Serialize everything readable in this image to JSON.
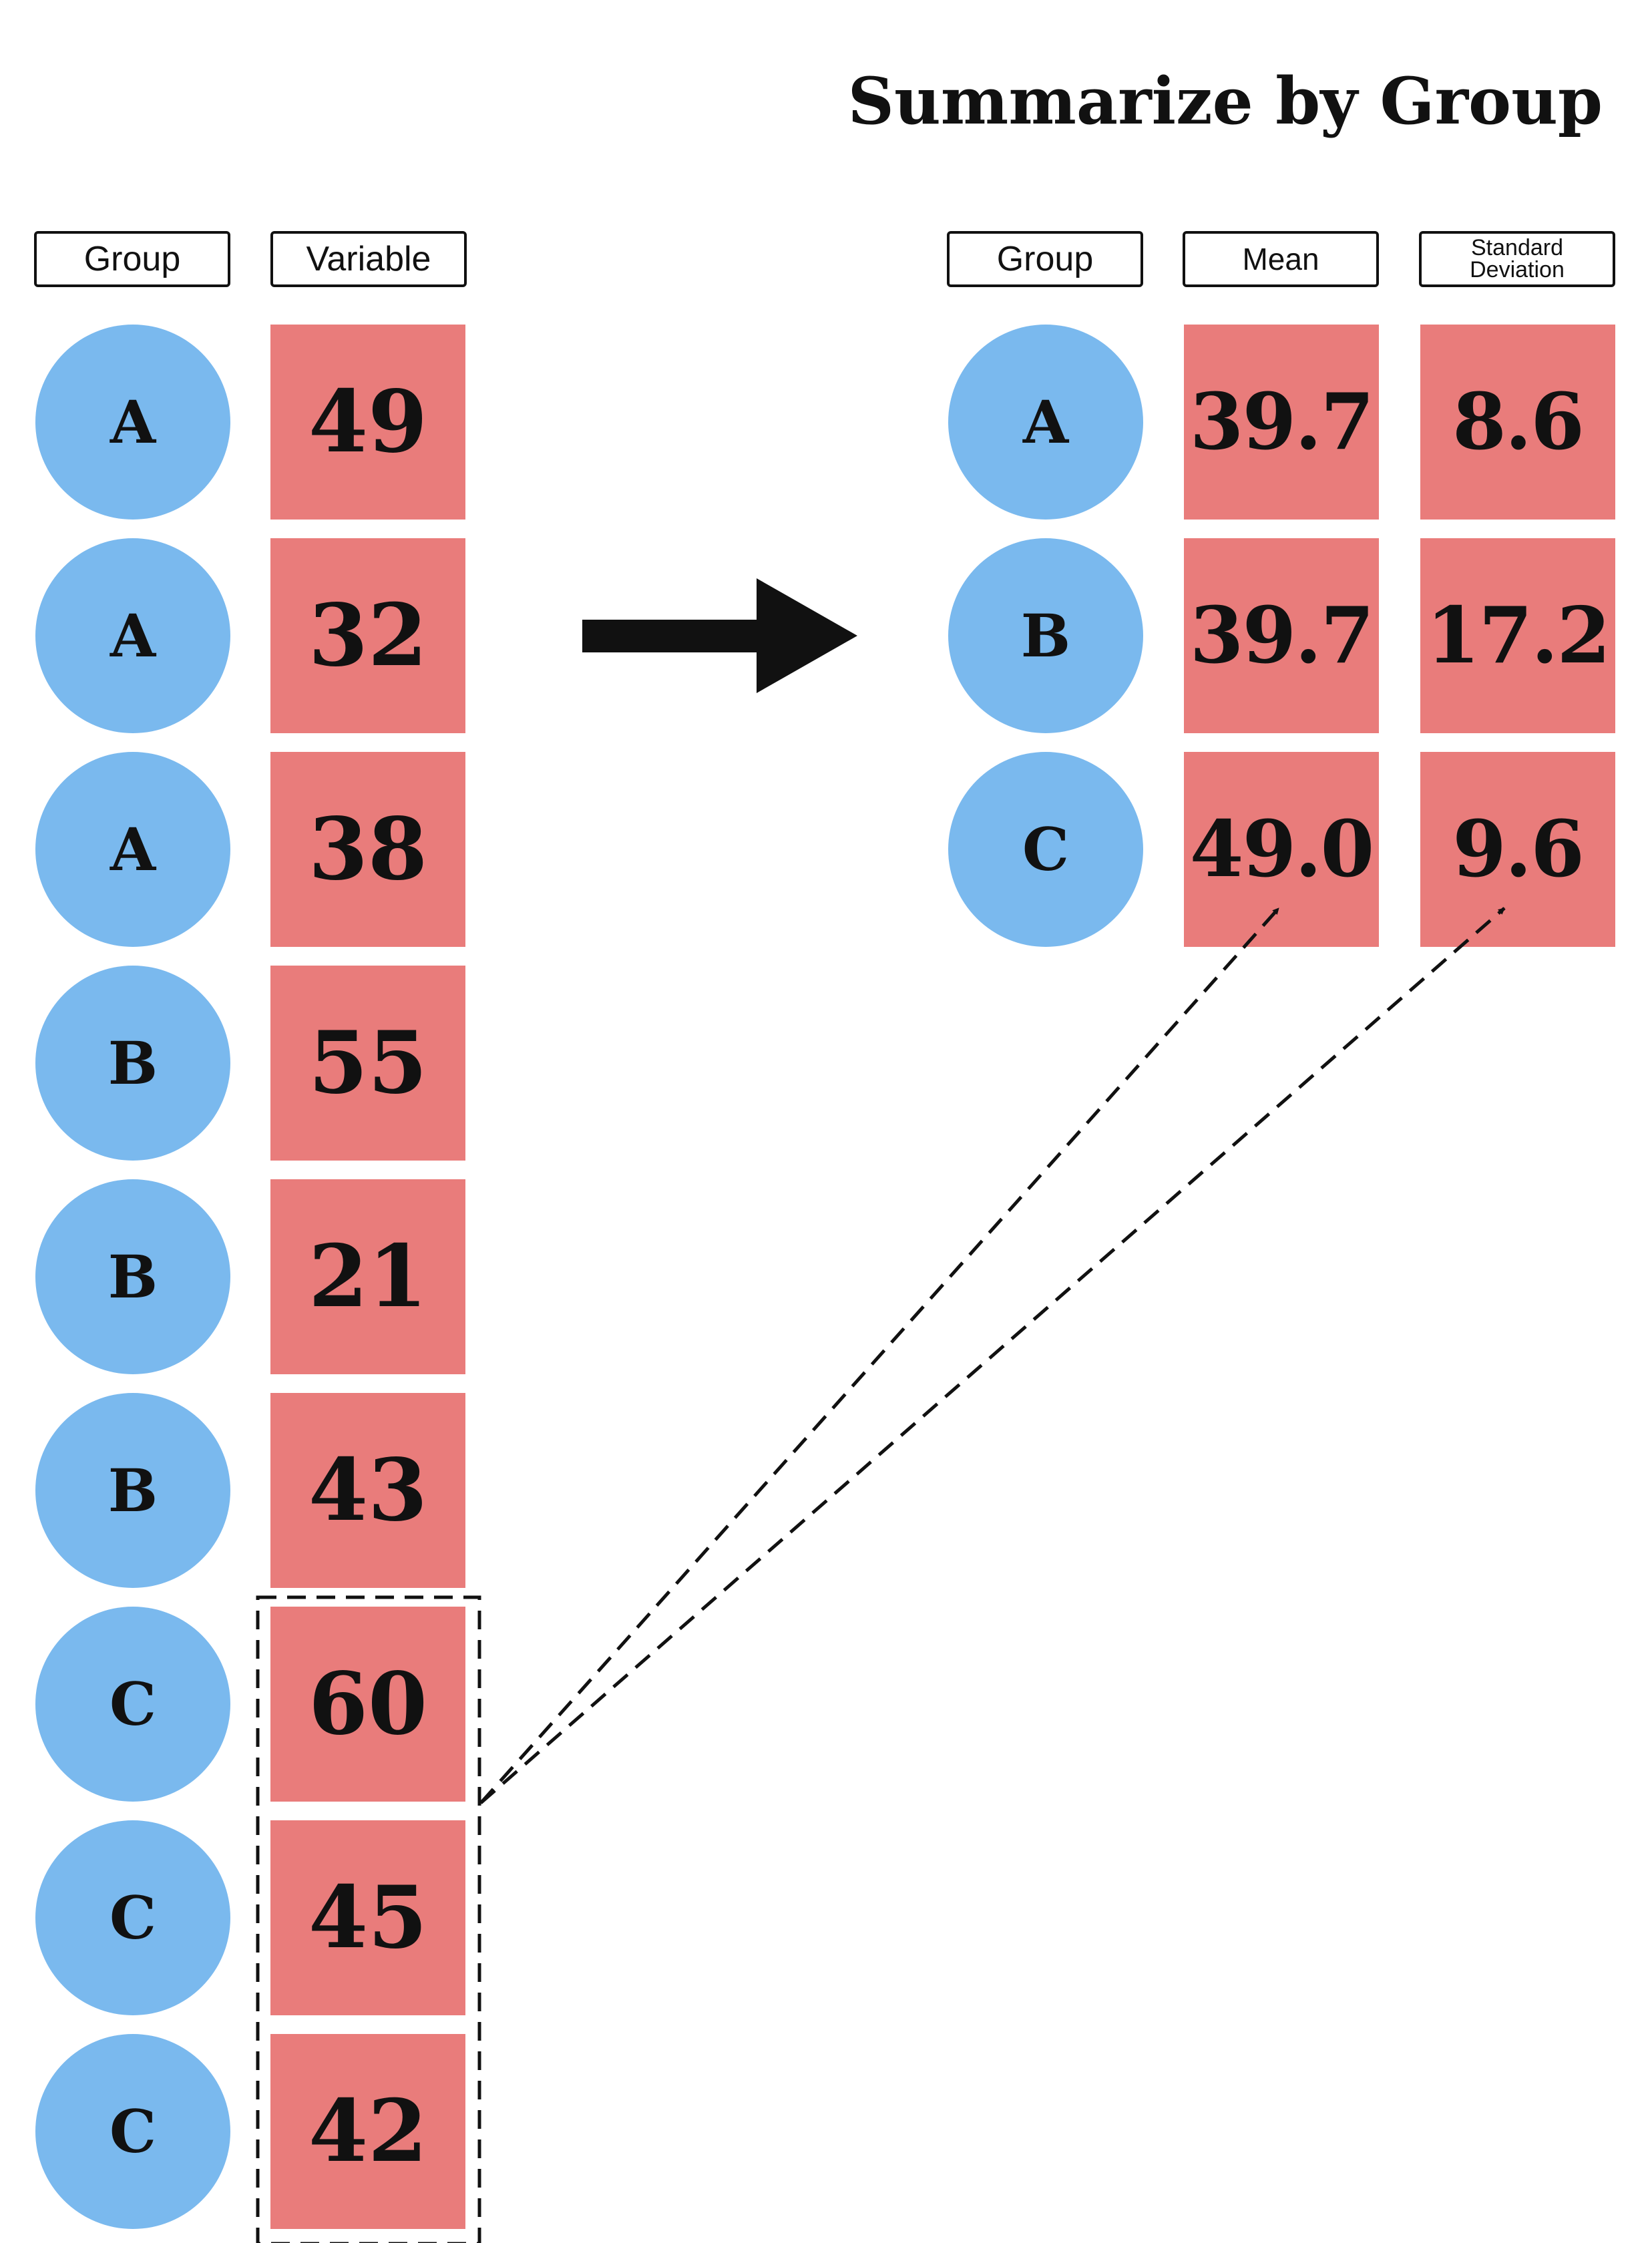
{
  "title": "Summarize by Group",
  "left": {
    "headers": {
      "group": "Group",
      "variable": "Variable"
    },
    "rows": [
      {
        "group": "A",
        "value": "49"
      },
      {
        "group": "A",
        "value": "32"
      },
      {
        "group": "A",
        "value": "38"
      },
      {
        "group": "B",
        "value": "55"
      },
      {
        "group": "B",
        "value": "21"
      },
      {
        "group": "B",
        "value": "43"
      },
      {
        "group": "C",
        "value": "60"
      },
      {
        "group": "C",
        "value": "45"
      },
      {
        "group": "C",
        "value": "42"
      }
    ]
  },
  "right": {
    "headers": {
      "group": "Group",
      "mean": "Mean",
      "sd_line1": "Standard",
      "sd_line2": "Deviation"
    },
    "rows": [
      {
        "group": "A",
        "mean": "39.7",
        "sd": "8.6"
      },
      {
        "group": "B",
        "mean": "39.7",
        "sd": "17.2"
      },
      {
        "group": "C",
        "mean": "49.0",
        "sd": "9.6"
      }
    ]
  },
  "colors": {
    "group_fill": "#7ab9ee",
    "value_fill": "#e97c7b",
    "ink": "#111111"
  }
}
